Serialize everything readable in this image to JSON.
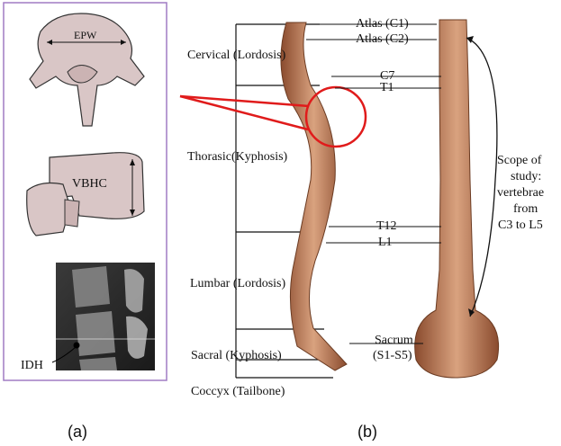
{
  "panel_a": {
    "epw_label": "EPW",
    "vbhc_label": "VBHC",
    "idh_label": "IDH",
    "caption": "(a)"
  },
  "panel_b": {
    "regions": [
      "Cervical (Lordosis)",
      "Thorasic(Kyphosis)",
      "Lumbar (Lordosis)",
      "Sacral (Kyphosis)",
      "Coccyx (Tailbone)"
    ],
    "vertebra_labels": [
      "Atlas (C1)",
      "Atlas (C2)",
      "C7",
      "T1",
      "T12",
      "L1"
    ],
    "sacrum_label": [
      "Sacrum",
      "(S1-S5)"
    ],
    "scope_note": [
      "Scope of",
      "study:",
      "vertebrae",
      "from",
      "C3 to L5"
    ],
    "caption": "(b)"
  },
  "colors": {
    "bone": "#c98f6b",
    "bone_dark": "#8a4b2e",
    "disc": "#a9b9c4",
    "highlight": "#e01b1b",
    "panel_border": "#a07cc4",
    "illustration_fill": "#d9c6c6"
  }
}
